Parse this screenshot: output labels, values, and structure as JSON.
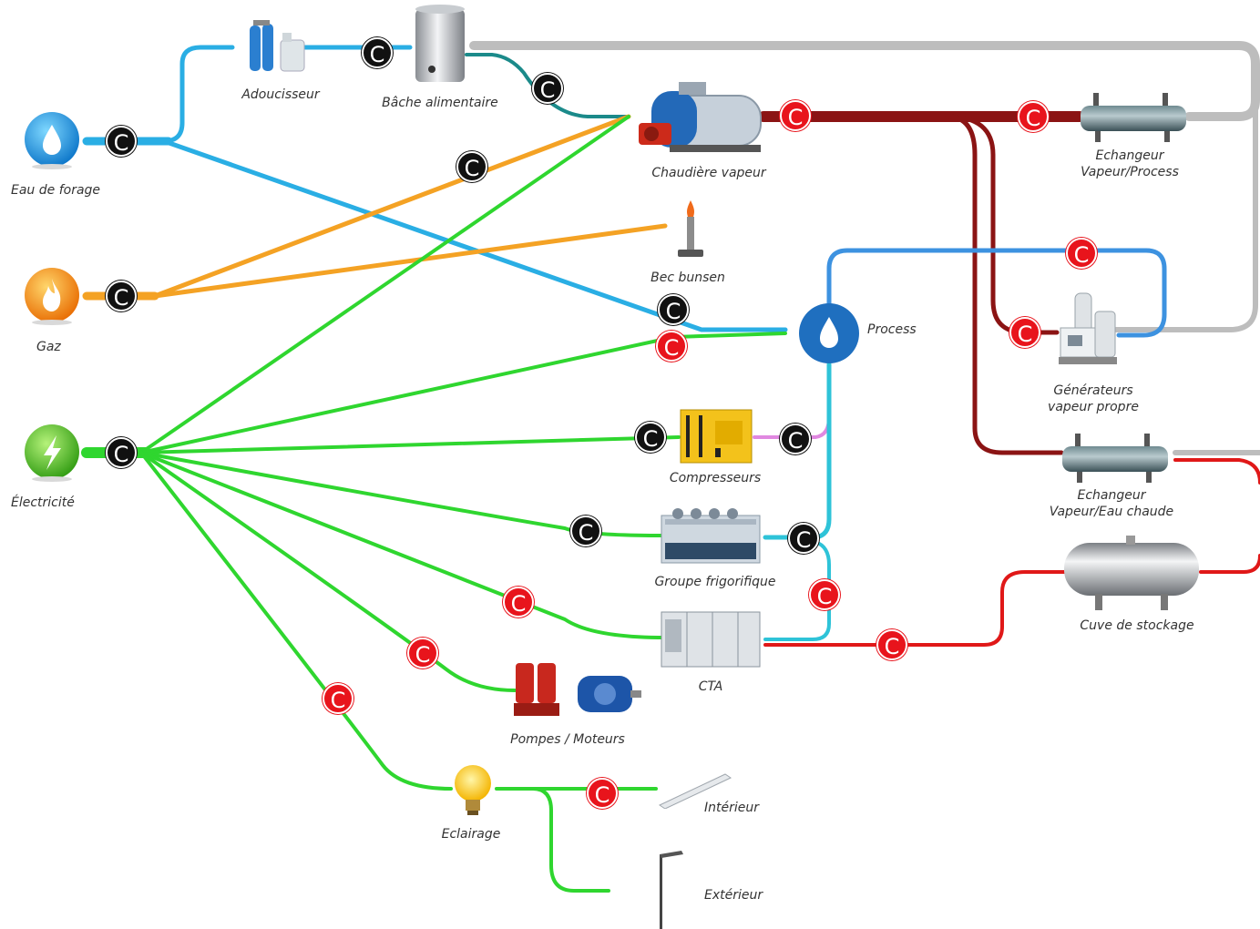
{
  "colors": {
    "water": "#2aaee4",
    "gas": "#f4a224",
    "electricity": "#2fd62f",
    "steam": "#8b1414",
    "hot_water": "#e01818",
    "condensate": "#bdbdbd",
    "process_loop": "#3d92e0",
    "compressed_air": "#e088e0",
    "chilled_water": "#2ec3d8",
    "teal": "#1b8a8a",
    "meter_standard": "#111111",
    "meter_highlight": "#e8141c"
  },
  "meter_symbol": "C",
  "labels": {
    "eau_de_forage": "Eau de forage",
    "gaz": "Gaz",
    "electricite": "Électricité",
    "adoucisseur": "Adoucisseur",
    "bache_alimentaire": "Bâche alimentaire",
    "chaudiere_vapeur": "Chaudière vapeur",
    "bec_bunsen": "Bec bunsen",
    "process": "Process",
    "compresseurs": "Compresseurs",
    "groupe_frigorifique": "Groupe frigorifique",
    "cta": "CTA",
    "pompes_moteurs": "Pompes / Moteurs",
    "eclairage": "Eclairage",
    "interieur": "Intérieur",
    "exterieur": "Extérieur",
    "echangeur_process_1": "Echangeur",
    "echangeur_process_2": "Vapeur/Process",
    "generateurs_1": "Générateurs",
    "generateurs_2": "vapeur propre",
    "echangeur_eau_1": "Echangeur",
    "echangeur_eau_2": "Vapeur/Eau chaude",
    "cuve_de_stockage": "Cuve de stockage"
  },
  "icons": {
    "eau_de_forage": "water-drop-icon",
    "gaz": "flame-icon",
    "electricite": "lightning-icon",
    "adoucisseur": "water-softener-icon",
    "bache_alimentaire": "feed-tank-icon",
    "chaudiere_vapeur": "steam-boiler-icon",
    "bec_bunsen": "bunsen-burner-icon",
    "process": "process-drop-icon",
    "compresseurs": "compressor-icon",
    "groupe_frigorifique": "chiller-icon",
    "cta": "air-handling-unit-icon",
    "pompes_moteurs": "pump-motor-icon",
    "eclairage": "light-bulb-icon",
    "interieur": "ceiling-light-icon",
    "exterieur": "street-lamp-icon",
    "echangeur": "heat-exchanger-icon",
    "generateurs": "clean-steam-generator-icon",
    "cuve_de_stockage": "storage-tank-icon"
  }
}
